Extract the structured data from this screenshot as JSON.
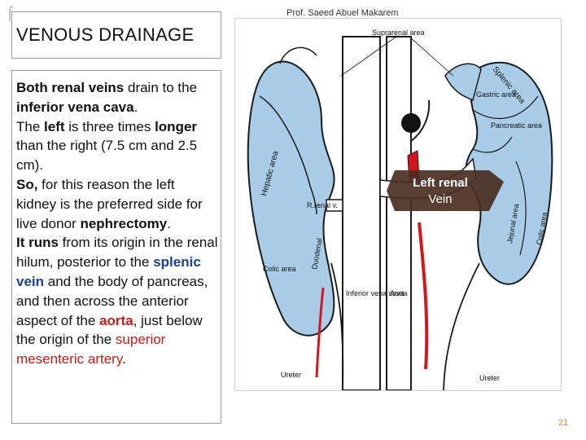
{
  "slide": {
    "author": "Prof. Saeed Abuel Makarem",
    "title": "VENOUS DRAINAGE",
    "page_number": "21",
    "corner_glyph": "⌠"
  },
  "body": {
    "p1": {
      "t1": "Both renal veins",
      "t2": " drain to the ",
      "t3": "inferior vena cava",
      "t4": "."
    },
    "p2": {
      "t1": "The ",
      "t2": "left",
      "t3": " is three times ",
      "t4": "longer",
      "t5": " than the right (7.5 cm and 2.5 cm)."
    },
    "p3": {
      "t1": "So,",
      "t2": " for this reason the left kidney is the preferred side for live donor ",
      "t3": "nephrectomy",
      "t4": "."
    },
    "p4": {
      "t1": "It runs",
      "t2": " from its origin in the renal hilum, posterior to the ",
      "t3": "splenic vein",
      "t4": " and the body of pancreas, and then across the anterior aspect of the ",
      "t5": "aorta",
      "t6": ", just below the origin of the ",
      "t7": "superior mesenteric artery",
      "t8": "."
    }
  },
  "figure": {
    "labels": {
      "suprarenal": "Suprarenal area",
      "splenic": "Splenic area",
      "gastric": "Gastric area",
      "pancreatic": "Pancreatic area",
      "hepatic": "Hepatic area",
      "r_renal": "R.renal v.",
      "duodenal": "Duodenal",
      "colic_left": "Colic area",
      "jejunal": "Jejunal area",
      "colic_right": "Colic area",
      "ivc": "Inferior vena cava",
      "aorta": "Aorta",
      "ureter_left": "Ureter",
      "ureter_right": "Ureter"
    },
    "callout": {
      "line1": "Left renal",
      "line2": "Vein"
    },
    "colors": {
      "kidney_fill": "#a9cde8",
      "callout_fill": "#4a2e22",
      "marker_red": "#d3181d",
      "text_dark": "#111111",
      "accent_blue": "#1f3f8f",
      "accent_red": "#c0201a"
    }
  }
}
